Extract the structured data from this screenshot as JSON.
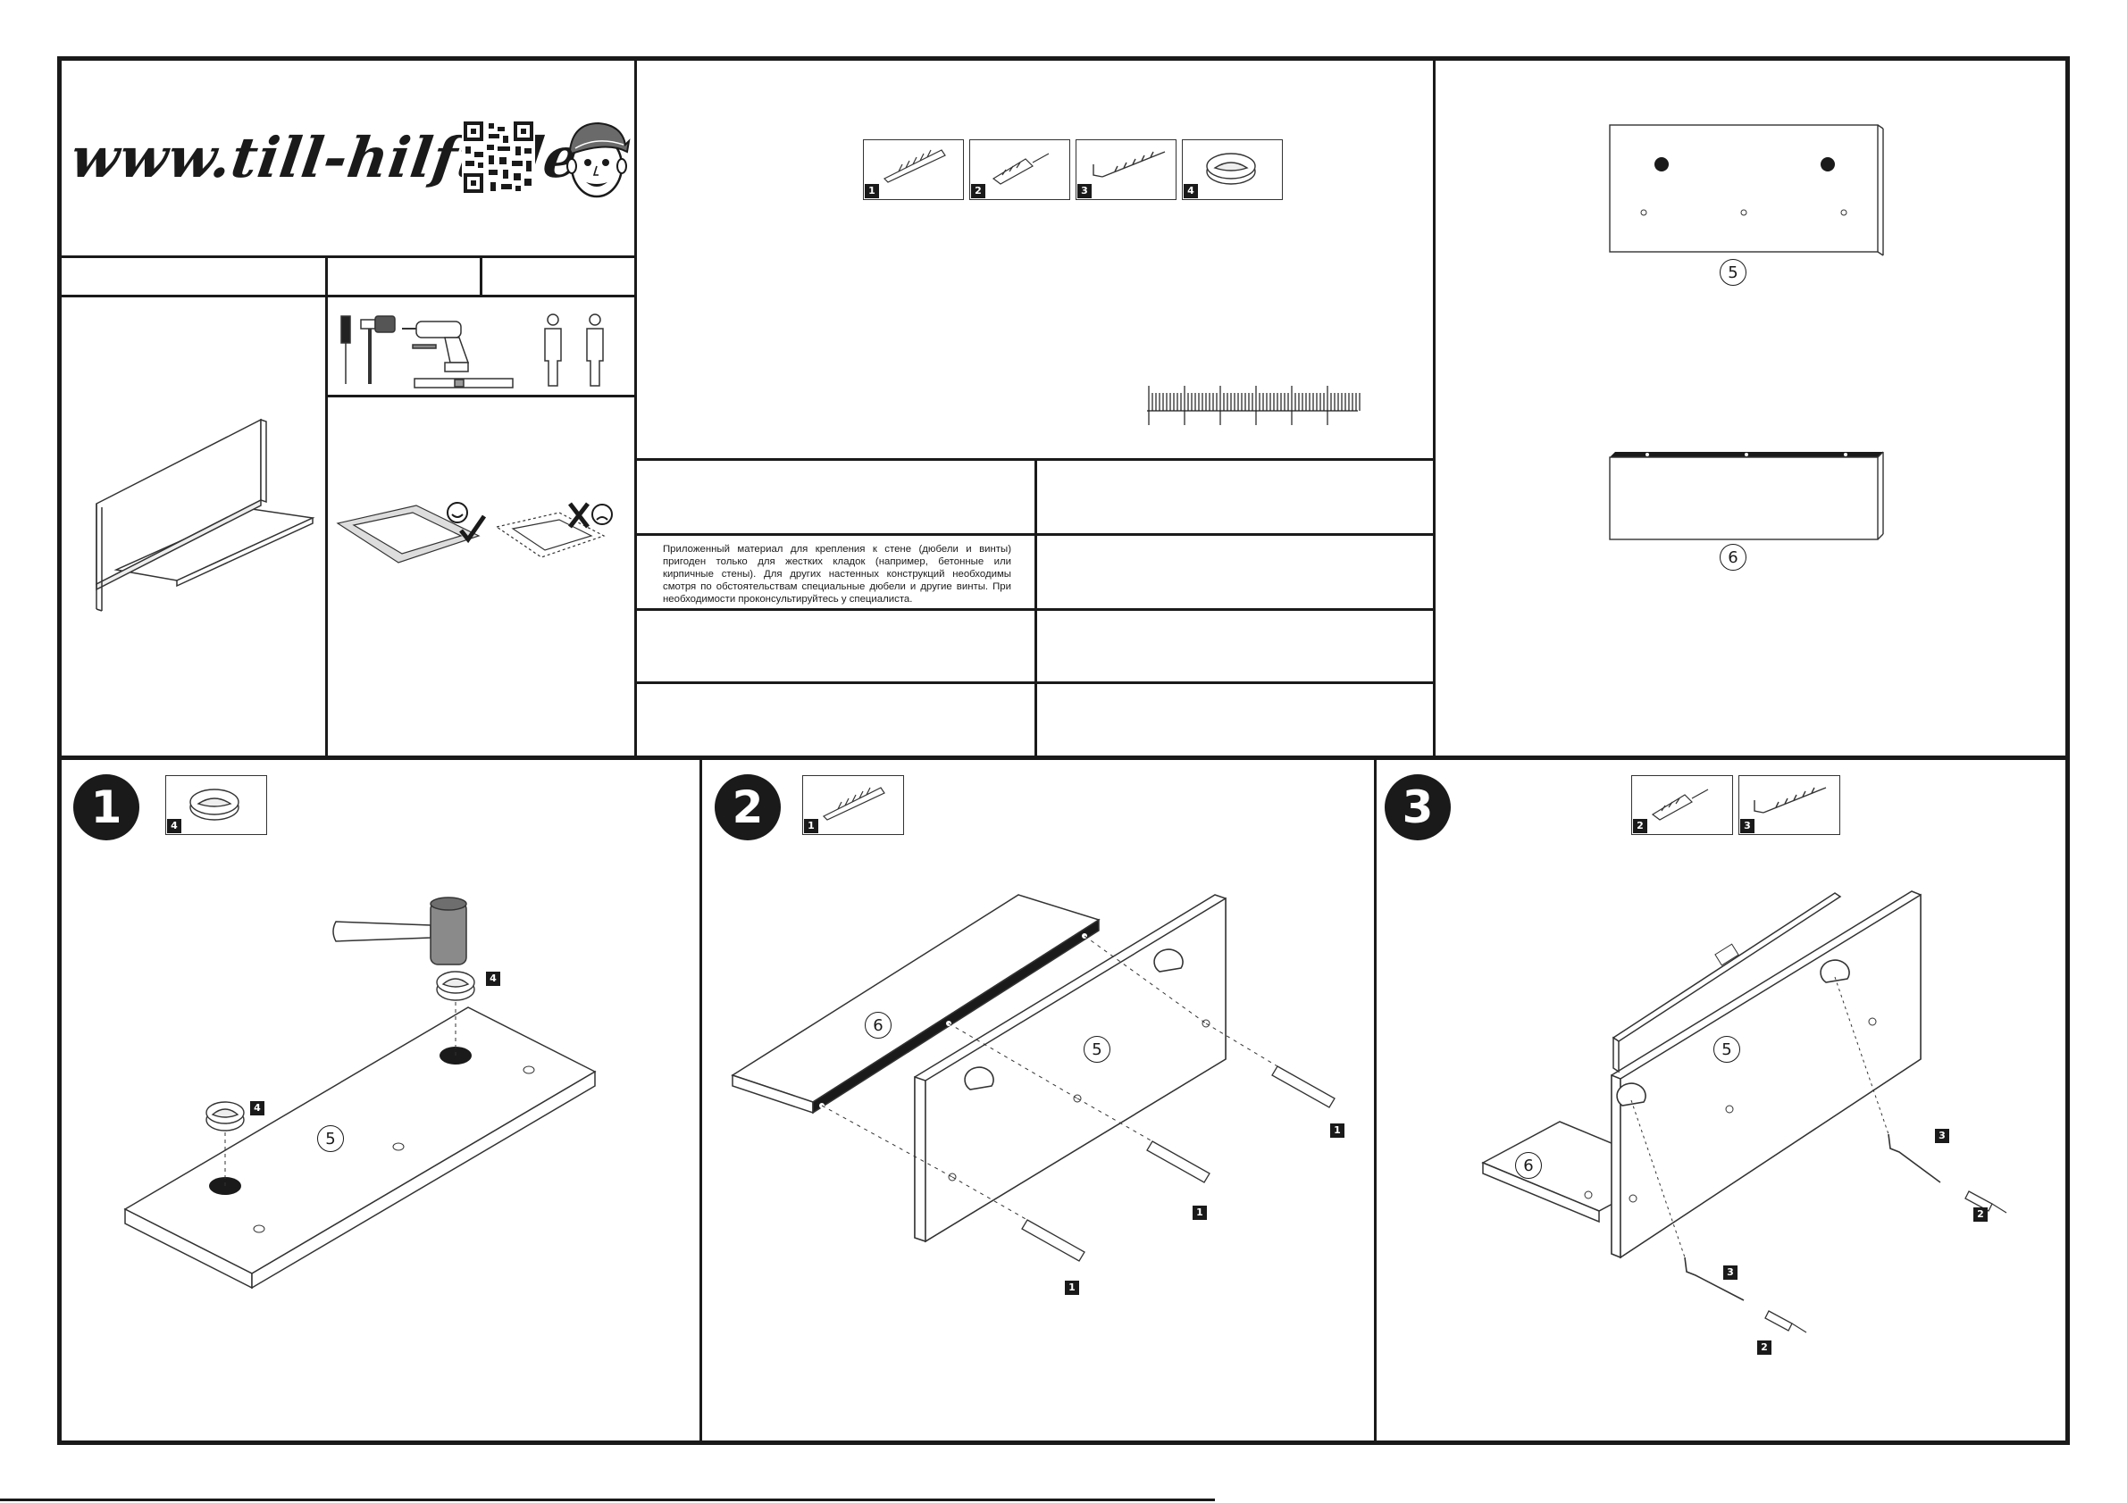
{
  "header": {
    "website": "www.till-hilft.de"
  },
  "warning": {
    "text": "Приложенный материал для крепления к стене (дюбели и винты) пригоден только для жестких кладок (например, бетонные или кирпичные стены). Для других настенных конструкций необходимы смотря по обстоятельствам специальные дюбели и другие винты. При необходимости проконсультируйтесь у специалиста."
  },
  "parts": [
    {
      "number": "1",
      "icon": "wall-plug-screw-icon"
    },
    {
      "number": "2",
      "icon": "dowel-icon"
    },
    {
      "number": "3",
      "icon": "hook-screw-icon"
    },
    {
      "number": "4",
      "icon": "cover-cap-icon"
    }
  ],
  "panels": [
    {
      "number": "5"
    },
    {
      "number": "6"
    }
  ],
  "steps": [
    {
      "number": "1",
      "part_tags": [
        "4"
      ],
      "labels": {
        "cap_a": "4",
        "cap_b": "4",
        "panel": "5"
      }
    },
    {
      "number": "2",
      "part_tags": [
        "1"
      ],
      "labels": {
        "shelf": "6",
        "panel": "5",
        "screw_a": "1",
        "screw_b": "1",
        "screw_c": "1"
      }
    },
    {
      "number": "3",
      "part_tags": [
        "2",
        "3"
      ],
      "labels": {
        "shelf": "6",
        "panel": "5",
        "hook_a": "3",
        "dowel_a": "2",
        "hook_b": "3",
        "dowel_b": "2"
      }
    }
  ],
  "colors": {
    "ink": "#1a1a1a",
    "paper": "#ffffff",
    "panel_fill": "#ffffff",
    "wood_dark": "#8a8a8a"
  }
}
